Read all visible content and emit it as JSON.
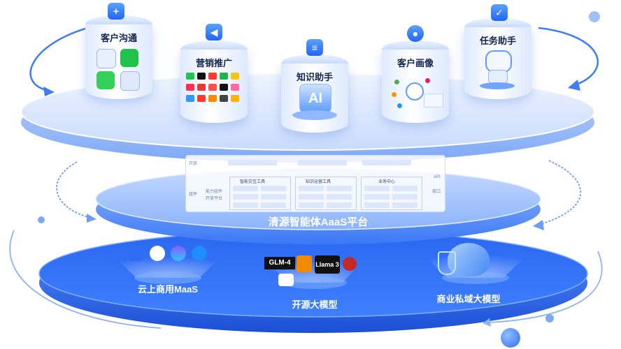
{
  "top_ring": {
    "items": [
      {
        "title": "客户沟通",
        "icon": "chat-icon"
      },
      {
        "title": "营销推广",
        "icon": "megaphone-icon"
      },
      {
        "title": "知识助手",
        "icon": "ai-chip-icon"
      },
      {
        "title": "客户画像",
        "icon": "user-profile-icon"
      },
      {
        "title": "任务助手",
        "icon": "task-check-icon"
      }
    ],
    "ai_text": "AI"
  },
  "middle_ring": {
    "title": "清源智能体AaaS平台",
    "panel_labels": [
      "开放",
      "组件",
      "能力组件",
      "开放平台",
      "API",
      "接口"
    ],
    "groups": [
      "智能交互工具",
      "知识运营工具",
      "业务中心"
    ]
  },
  "bottom_ring": {
    "sections": [
      {
        "title": "云上商用MaaS"
      },
      {
        "title": "开源大模型",
        "models": [
          "GLM-4",
          "Llama 3"
        ]
      },
      {
        "title": "商业私域大模型"
      }
    ]
  },
  "colors": {
    "accent": "#2f6cf4",
    "dark_blue": "#1f54d8",
    "light_blue": "#d5e4fd"
  }
}
